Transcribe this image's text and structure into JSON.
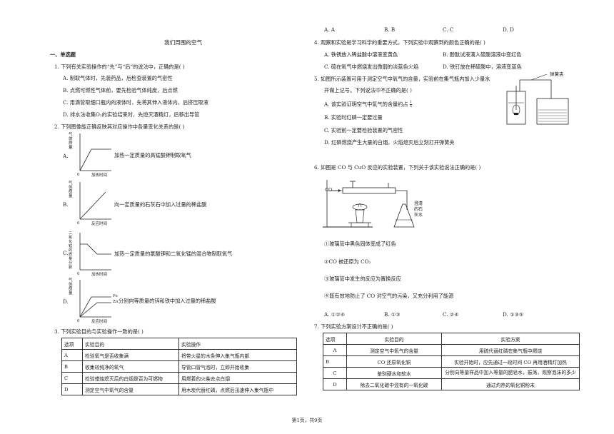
{
  "doc_title": "我们周围的空气",
  "section": "一、单选题",
  "q1": {
    "stem": "1.   下列有关实验操作的“先”与“后”的说法中，正确的是(    )",
    "options": [
      "A. 制取气体时，先装药品，后检查装置的气密性",
      "B. 点燃可燃性气体前，要先检验气体纯度，后点燃",
      "C. 用滴管取细口瓶内的液体时，先将其伸入液体内，后挤压取液",
      "D. 排水法收集O₂的实验结束时，先熄灭酒精灯，后移出导管"
    ]
  },
  "q2": {
    "stem": "2.   下列图像能正确反映其对应操作中各量变化关系的是(    )",
    "graphs": [
      {
        "label": "A.",
        "ylabel": "气体质量",
        "xlabel": "加热时间",
        "origin": "0",
        "desc": "加热一定质量的高锰酸钾制取氧气"
      },
      {
        "label": "B.",
        "ylabel": "气体质量",
        "xlabel": "反应时间",
        "origin": "0",
        "desc": "向一定质量的石灰石中加入过量的稀盐酸"
      },
      {
        "label": "C.",
        "ylabel": "二氧化锰的质量分数",
        "xlabel": "加热时间",
        "origin": "0",
        "desc": "加热一定质量的氯酸钾和二氧化锰的混合物制取氧气"
      },
      {
        "label": "D.",
        "ylabel": "气体质量",
        "xlabel": "反应时间",
        "origin": "0",
        "desc": "分别向等质量的锌和铁中加入过量的稀盐酸",
        "line1": "Fe",
        "line2": "Zn"
      }
    ]
  },
  "q3": {
    "stem": "3.   下列实验目的与实验操作一致的是(    )",
    "headers": [
      "选项",
      "实验目的",
      "实验操作"
    ],
    "rows": [
      [
        "A",
        "检验氧气是否收集满",
        "将带火星的木条伸入集气瓶内部"
      ],
      [
        "B",
        "收集较纯净的氧气",
        "导管口冒气泡时，立即开始收集"
      ],
      [
        "C",
        "检验蜡烛熄灭后的白烟是否为可燃物",
        "用燃着的火柴去点白烟"
      ],
      [
        "D",
        "测定空气中氧气的含量",
        "用木炭代替红磷，点燃后迅速伸入集气瓶中"
      ]
    ]
  },
  "q3_answers": [
    "A. A",
    "B. B",
    "C. C",
    "D. D"
  ],
  "q4": {
    "stem": "4.   观察和实验是学习科学的重要方式，下列实验中观察到的颜色正确的是(    )",
    "options": [
      "A. 铁锈放入稀盐酸中溶液变黄色",
      "B. 酚酞试液滴入硫酸溶液中变红色",
      "C. 硫在氧气中燃烧发出微弱的淡蓝色火焰",
      "D. 铁钉放在稀硫酸中，溶液变蓝色"
    ]
  },
  "q5": {
    "stem1": "5.   如图所示装置可用于测定空气中氧气的含量，实验前在集气瓶内加入少量水",
    "stem2": "并做上记号。下列说法中不正确的是(    )",
    "optA_pre": "A. 该实验证明空气中氧气的含量约占",
    "optA_num": "1",
    "optA_den": "5",
    "options": [
      "B. 实验时红磷一定要过量",
      "C. 实验前一定要检验装置的气密性",
      "D. 红磷燃烧产生大量的白烟，火焰熄灭后立刻打开弹簧夹"
    ],
    "figure_label": "弹簧夹"
  },
  "q6": {
    "stem": "6.   如图是 CO 与 CuO 反应的实验装置，下列关于该实验说法正确的是(    )",
    "figure_co": "CO",
    "figure_label": "澄清的石灰水",
    "statements": [
      "①玻璃管中黑色固体变成了红色",
      "②CO 被还原为 CO₂",
      "③玻璃管中发生的反应为置换反应",
      "④既有效地防止了 CO 对空气的污染，又充分利用了能源"
    ],
    "answers": [
      "A. ①②④",
      "B. ①③",
      "C. ②④",
      "D. ①③⑤"
    ]
  },
  "q7": {
    "stem": "7.   下列实验方案设计不正确的是(    )",
    "headers": [
      "选项",
      "实验目的",
      "实验方案"
    ],
    "rows": [
      [
        "A",
        "测定空气中氧气的含量",
        "用硫代替红磷在集气瓶中燃烧"
      ],
      [
        "B",
        "CO 还原氧化铜",
        "实验开始时，应先通过一段时间 CO 再用酒精灯加热"
      ],
      [
        "C",
        "鉴别硬水和软水",
        "分别向等量样品中加入等量的肥皂水，振荡，观察泡沫的多少"
      ],
      [
        "D",
        "除去二氧化碳中混有的一氧化碳",
        "通过灼热的氧化铜粉末"
      ]
    ]
  },
  "footer": "第1页，共9页"
}
